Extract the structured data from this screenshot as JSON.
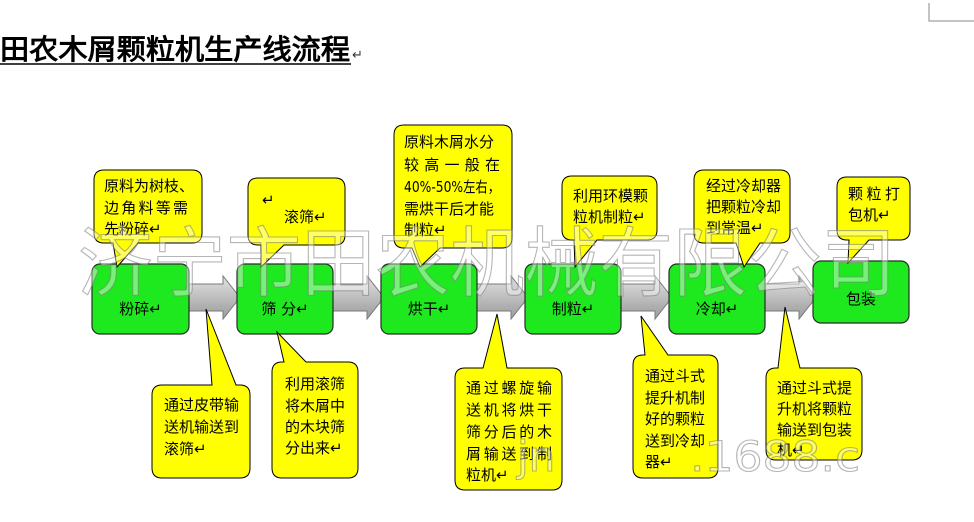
{
  "document": {
    "title": "田农木屑颗粒机生产线流程",
    "title_mark": "↵"
  },
  "colors": {
    "step_fill": "#1ee81e",
    "step_stroke": "#2a2a2a",
    "callout_fill": "#ffff00",
    "callout_stroke": "#000000",
    "arrow_light": "#e2e2e2",
    "arrow_dark": "#9a9a9a",
    "arrow_stroke": "#7a7a7a"
  },
  "flow": {
    "steps": [
      {
        "label": "粉碎↵"
      },
      {
        "label": "筛 分↵"
      },
      {
        "label": "烘干↵"
      },
      {
        "label": "制粒↵"
      },
      {
        "label": "冷却↵"
      },
      {
        "label": "包装"
      }
    ]
  },
  "callouts_top": [
    {
      "lines": [
        "原料为树枝、",
        "边角料等需",
        "先粉碎↵"
      ]
    },
    {
      "lines": [
        "↵",
        "滚筛↵"
      ]
    },
    {
      "lines": [
        "原料木屑水分",
        "较 高 一 般 在",
        "40%-50%左右，",
        "需烘干后才能",
        "制粒↵"
      ]
    },
    {
      "lines": [
        "利用环模颗",
        "粒机制粒↵"
      ]
    },
    {
      "lines": [
        "经过冷却器",
        "把颗粒冷却",
        "到常温↵"
      ]
    },
    {
      "lines": [
        "颗 粒 打",
        "包机↵"
      ]
    }
  ],
  "callouts_bottom": [
    {
      "lines": [
        "通过皮带输",
        "送机输送到",
        "滚筛↵"
      ]
    },
    {
      "lines": [
        "利用滚筛",
        "将木屑中",
        "的木块筛",
        "分出来↵"
      ]
    },
    {
      "lines": [
        "通 过 螺 旋 输",
        "送 机 将 烘 干",
        "筛 分 后 的 木",
        "屑 输 送 到 制",
        "粒机↵"
      ]
    },
    {
      "lines": [
        "通过斗式",
        "提升机制",
        "好的颗粒",
        "送到冷却",
        "器↵"
      ]
    },
    {
      "lines": [
        "通过斗式提",
        "升机将颗粒",
        "输送到包装",
        "机↵"
      ]
    }
  ],
  "watermark": {
    "company": "济宁市田农机械有限公司",
    "site_fragments": [
      "jn",
      ".1688.c"
    ]
  }
}
